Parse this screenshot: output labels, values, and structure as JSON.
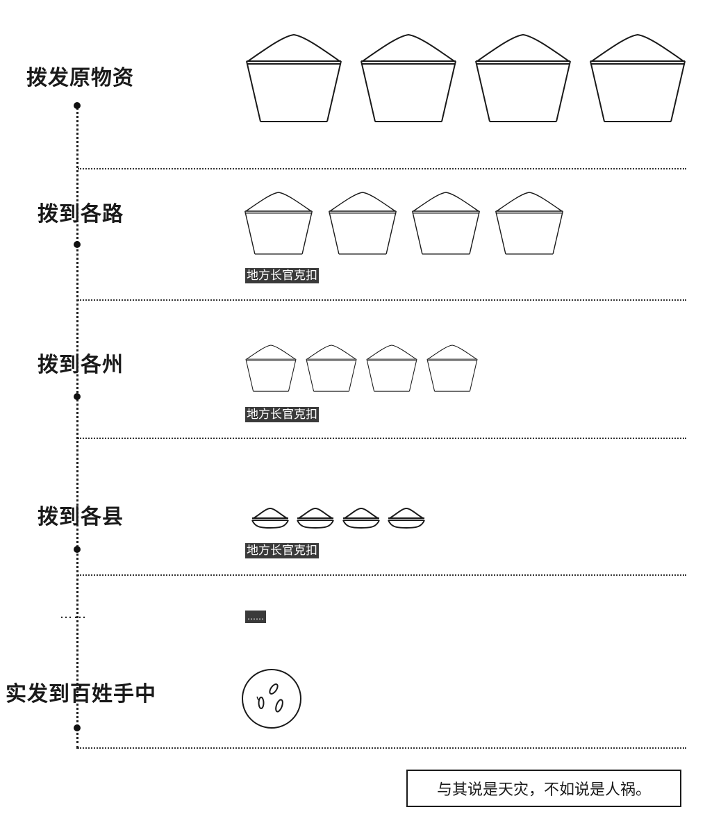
{
  "stages": [
    {
      "label": "拨发原物资"
    },
    {
      "label": "拨到各路",
      "tag": "地方长官克扣"
    },
    {
      "label": "拨到各州",
      "tag": "地方长官克扣"
    },
    {
      "label": "拨到各县",
      "tag": "地方长官克扣"
    },
    {
      "label": "……",
      "tag": "……"
    },
    {
      "label": "实发到百姓手中"
    }
  ],
  "caption": "与其说是天灾，不如说是人祸。",
  "icons": {
    "row1": "grain-basket-icon",
    "row2": "grain-basket-icon",
    "row3": "grain-basket-icon",
    "row4": "grain-bowl-icon",
    "final": "bowl-with-few-grains-icon"
  }
}
